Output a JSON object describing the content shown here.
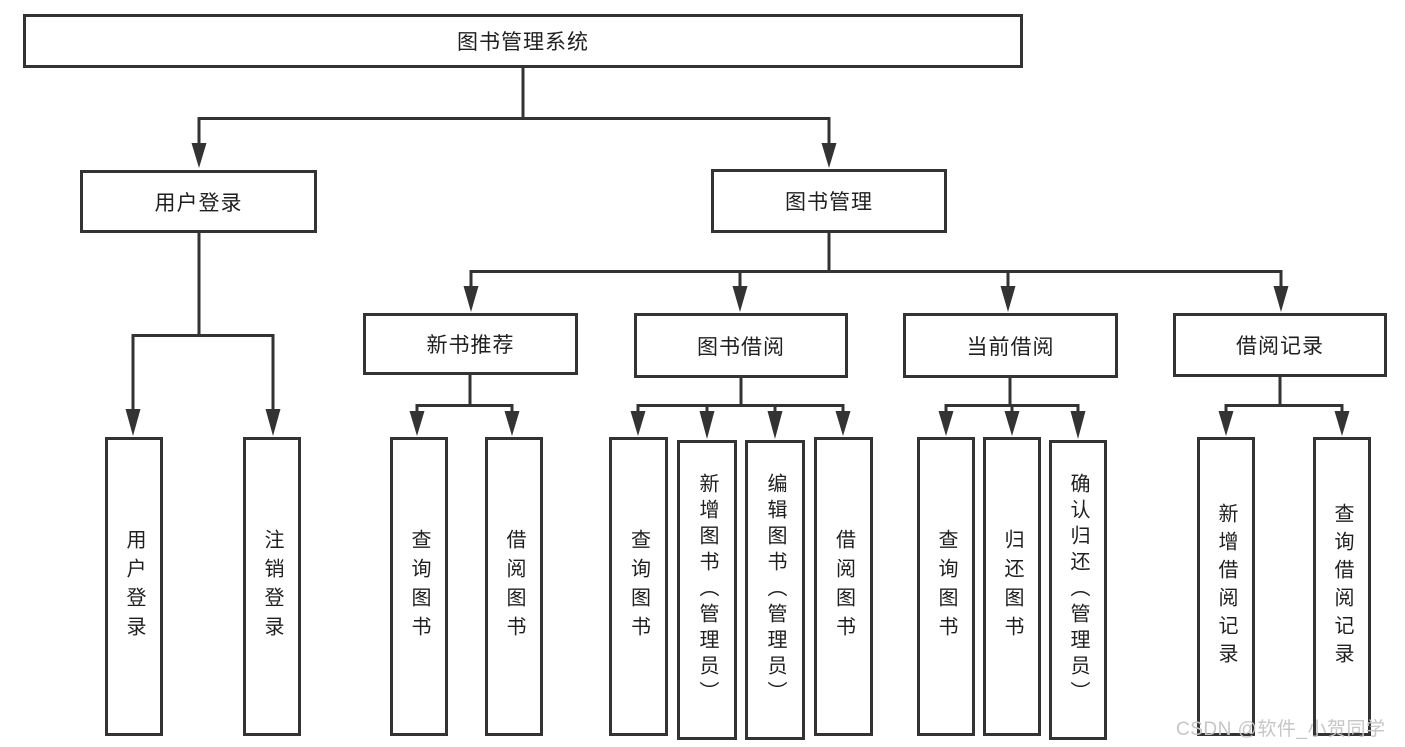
{
  "colors": {
    "line": "#333333",
    "box_border": "#333333",
    "text": "#1f1f1f",
    "watermark": "#c6c6c6"
  },
  "root": {
    "label": "图书管理系统"
  },
  "level2": [
    {
      "label": "用户登录"
    },
    {
      "label": "图书管理"
    }
  ],
  "level3": [
    {
      "label": "新书推荐"
    },
    {
      "label": "图书借阅"
    },
    {
      "label": "当前借阅"
    },
    {
      "label": "借阅记录"
    }
  ],
  "leaves": {
    "user_login": [
      {
        "label": "用户登录"
      },
      {
        "label": "注销登录"
      }
    ],
    "new_book_recommend": [
      {
        "label": "查询图书"
      },
      {
        "label": "借阅图书"
      }
    ],
    "book_borrow": [
      {
        "label": "查询图书"
      },
      {
        "label": "新增图书（管理员）"
      },
      {
        "label": "编辑图书（管理员）"
      },
      {
        "label": "借阅图书"
      }
    ],
    "current_borrow": [
      {
        "label": "查询图书"
      },
      {
        "label": "归还图书"
      },
      {
        "label": "确认归还（管理员）"
      }
    ],
    "borrow_record": [
      {
        "label": "新增借阅记录"
      },
      {
        "label": "查询借阅记录"
      }
    ]
  },
  "watermark": {
    "text": "CSDN @软件_小贺同学"
  }
}
